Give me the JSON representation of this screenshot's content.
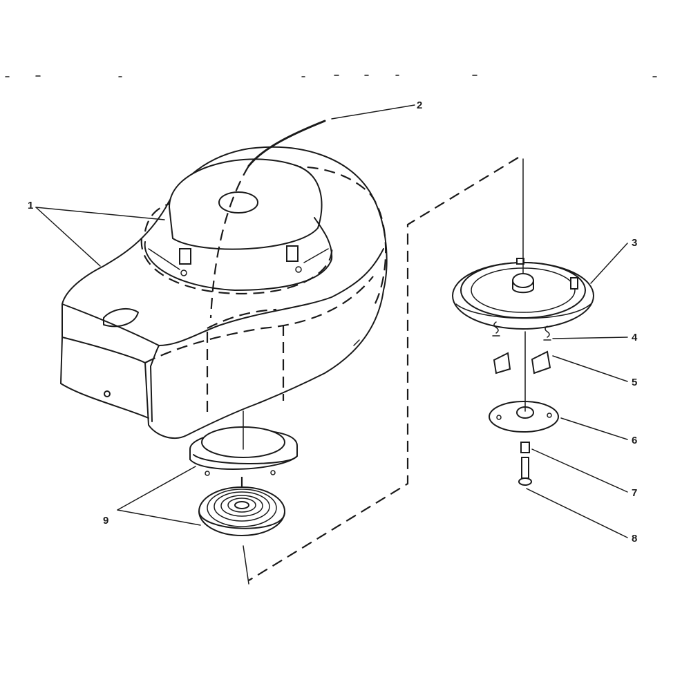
{
  "callouts": [
    {
      "id": "1",
      "label": "1"
    },
    {
      "id": "2",
      "label": "2"
    },
    {
      "id": "3",
      "label": "3"
    },
    {
      "id": "4",
      "label": "4"
    },
    {
      "id": "5",
      "label": "5"
    },
    {
      "id": "6",
      "label": "6"
    },
    {
      "id": "7",
      "label": "7"
    },
    {
      "id": "8",
      "label": "8"
    },
    {
      "id": "9",
      "label": "9"
    }
  ],
  "colors": {
    "ink": "#1a1a1a",
    "paper": "#ffffff"
  }
}
